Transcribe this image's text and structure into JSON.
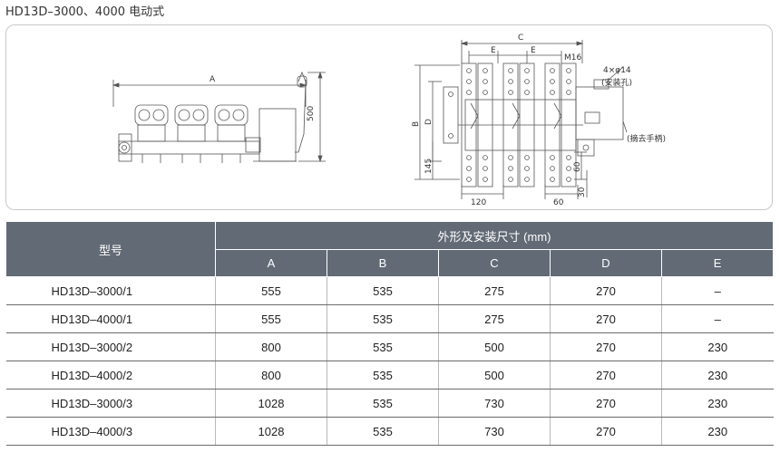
{
  "page": {
    "title": "HD13D–3000、4000 电动式"
  },
  "side_view": {
    "dim_a": "A",
    "dim_height": "500"
  },
  "front_view": {
    "dim_c": "C",
    "dim_e1": "E",
    "dim_e2": "E",
    "bolt": "M16",
    "holes": "4×φ14",
    "holes_note": "(安装孔)",
    "handle_note": "(摘去手柄)",
    "dim_b": "B",
    "dim_d": "D",
    "dim_145": "145",
    "dim_120": "120",
    "dim_60_right": "60",
    "dim_60_bottom": "60",
    "dim_30": "30"
  },
  "table": {
    "model_header": "型号",
    "group_header": "外形及安装尺寸 (mm)",
    "columns": [
      "A",
      "B",
      "C",
      "D",
      "E"
    ],
    "rows": [
      {
        "model": "HD13D–3000/1",
        "values": [
          "555",
          "535",
          "275",
          "270",
          "–"
        ]
      },
      {
        "model": "HD13D–4000/1",
        "values": [
          "555",
          "535",
          "275",
          "270",
          "–"
        ]
      },
      {
        "model": "HD13D–3000/2",
        "values": [
          "800",
          "535",
          "500",
          "270",
          "230"
        ]
      },
      {
        "model": "HD13D–4000/2",
        "values": [
          "800",
          "535",
          "500",
          "270",
          "230"
        ]
      },
      {
        "model": "HD13D–3000/3",
        "values": [
          "1028",
          "535",
          "730",
          "270",
          "230"
        ]
      },
      {
        "model": "HD13D–4000/3",
        "values": [
          "1028",
          "535",
          "730",
          "270",
          "230"
        ]
      }
    ]
  }
}
